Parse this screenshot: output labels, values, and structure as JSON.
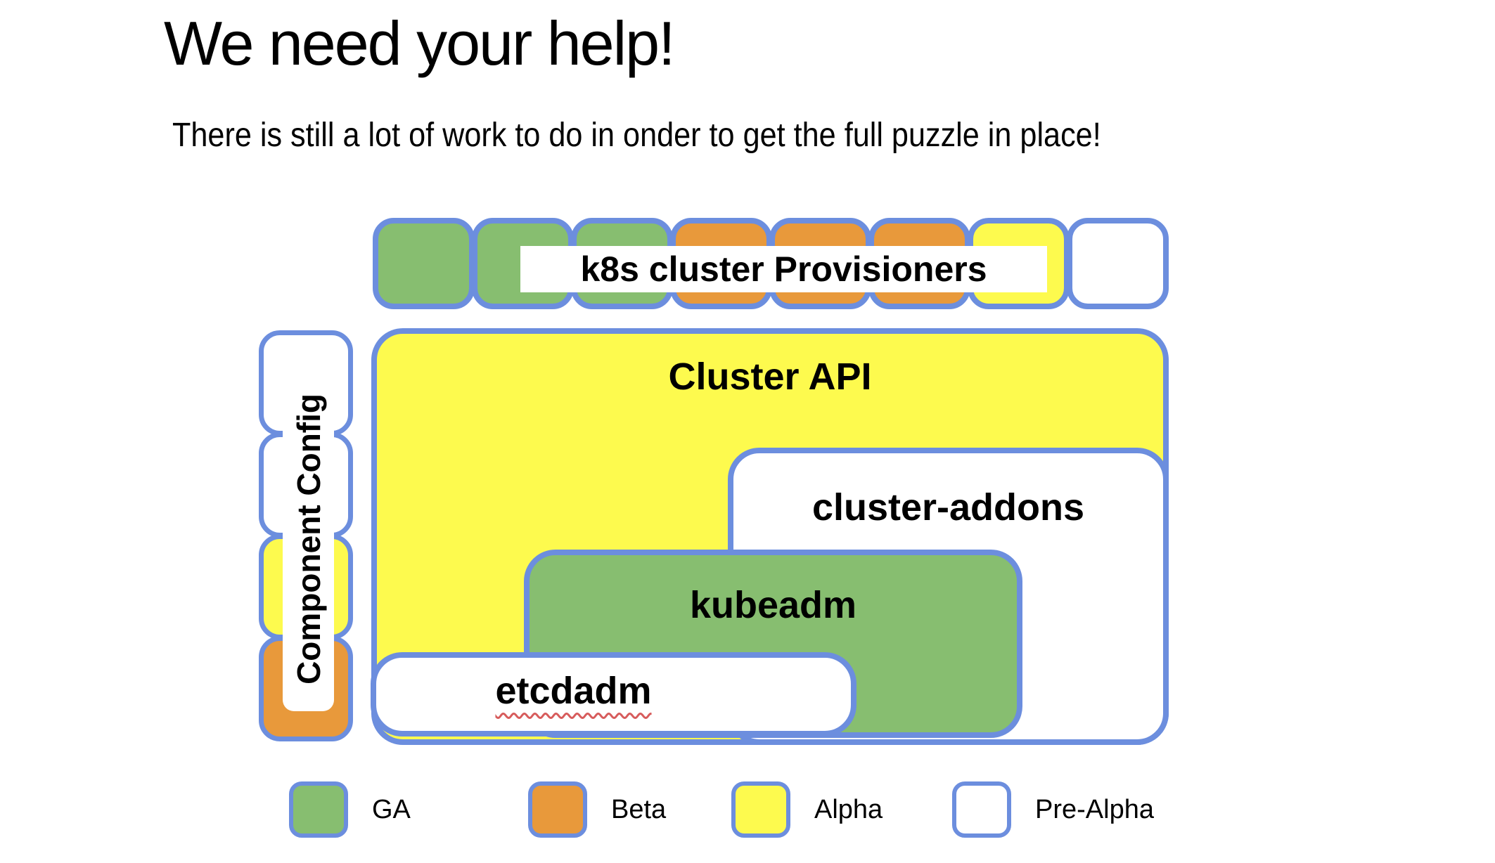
{
  "slide": {
    "title": "We need your help!",
    "subtitle": "There is still a lot of work to do in onder to get the full puzzle in place!"
  },
  "colors": {
    "ga": "#87BE70",
    "beta": "#E8993B",
    "alpha": "#FDFA4E",
    "pre_alpha": "#FFFFFF",
    "border_blue": "#6C8EDE",
    "squiggle_red": "#D75C5C"
  },
  "puzzle": {
    "provisioners_row": {
      "label": "k8s cluster Provisioners",
      "piece_statuses": [
        "ga",
        "ga",
        "ga",
        "beta",
        "beta",
        "beta",
        "alpha",
        "pre_alpha"
      ]
    },
    "component_config_column": {
      "label": "Component Config",
      "piece_statuses": [
        "pre_alpha",
        "pre_alpha",
        "alpha",
        "beta"
      ]
    },
    "pieces": {
      "cluster_api": {
        "label": "Cluster API",
        "status": "alpha"
      },
      "cluster_addons": {
        "label": "cluster-addons",
        "status": "pre_alpha"
      },
      "kubeadm": {
        "label": "kubeadm",
        "status": "ga"
      },
      "etcdadm": {
        "label": "etcdadm",
        "status": "pre_alpha",
        "spellcheck_underline": true
      }
    }
  },
  "legend": {
    "items": [
      {
        "label": "GA",
        "status": "ga"
      },
      {
        "label": "Beta",
        "status": "beta"
      },
      {
        "label": "Alpha",
        "status": "alpha"
      },
      {
        "label": "Pre-Alpha",
        "status": "pre_alpha"
      }
    ]
  }
}
